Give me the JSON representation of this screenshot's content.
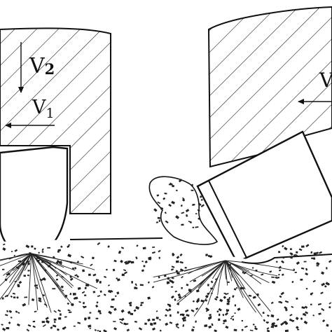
{
  "labels": {
    "v2_main": "V",
    "v2_sub": "2",
    "v1_main": "V",
    "v1_sub": "1",
    "v3_partial": "V"
  }
}
